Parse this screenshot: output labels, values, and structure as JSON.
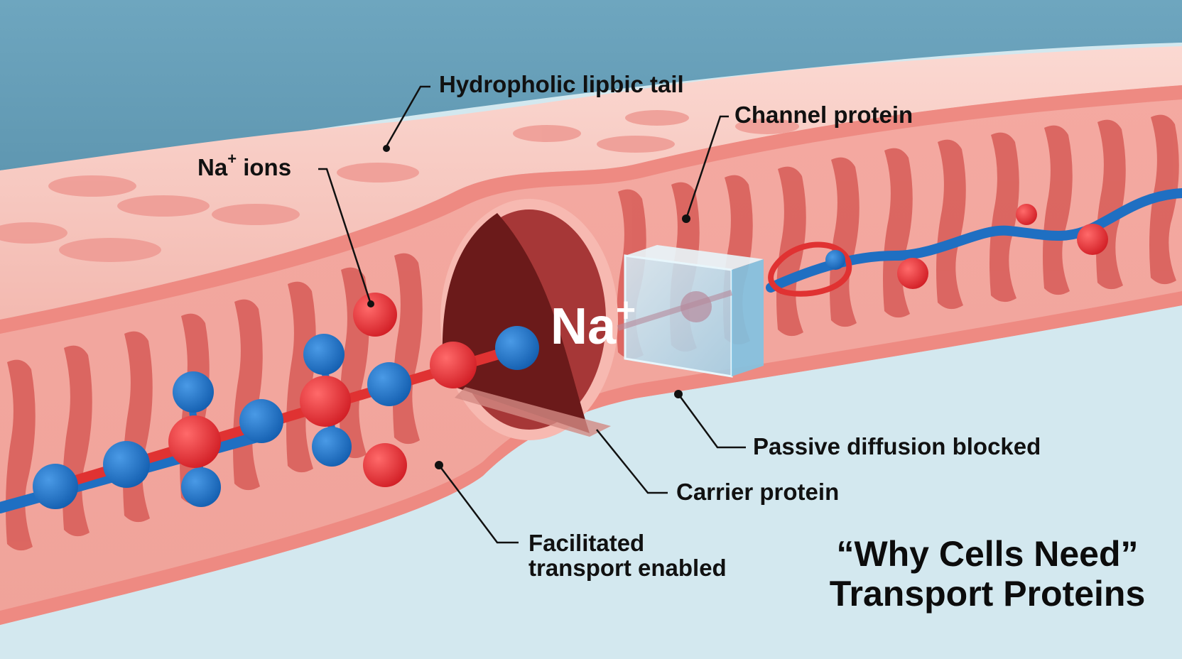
{
  "labels": {
    "hydrophilic_tail": "Hydropholic lipbic tail",
    "na_ions": "Na",
    "na_ions_charge": "+",
    "na_ions_suffix": " ions",
    "channel_protein": "Channel protein",
    "passive_diffusion": "Passive diffusion blocked",
    "carrier_protein": "Carrier protein",
    "facilitated_line1": "Facilitated",
    "facilitated_line2": "transport enabled"
  },
  "center_ion": {
    "symbol": "Na",
    "charge": "+"
  },
  "title": {
    "line1": "“Why Cells Need”",
    "line2": "Transport Proteins"
  },
  "colors": {
    "sky": "#6fa7bf",
    "cytoplasm": "#d3e8ef",
    "membrane_surface": "#f6c4bc",
    "membrane_band": "#ef8f86",
    "lipid_tail": "#d9605b",
    "channel": "#a63737",
    "channel_dark": "#6b1a1a",
    "ion_red": "#e03232",
    "ion_blue": "#1f6fc2",
    "carrier_box": "#b7e0f2"
  },
  "icons": [
    "sodium-ion-icon",
    "water-molecule-icon",
    "carrier-protein-box-icon",
    "channel-protein-pore-icon"
  ]
}
